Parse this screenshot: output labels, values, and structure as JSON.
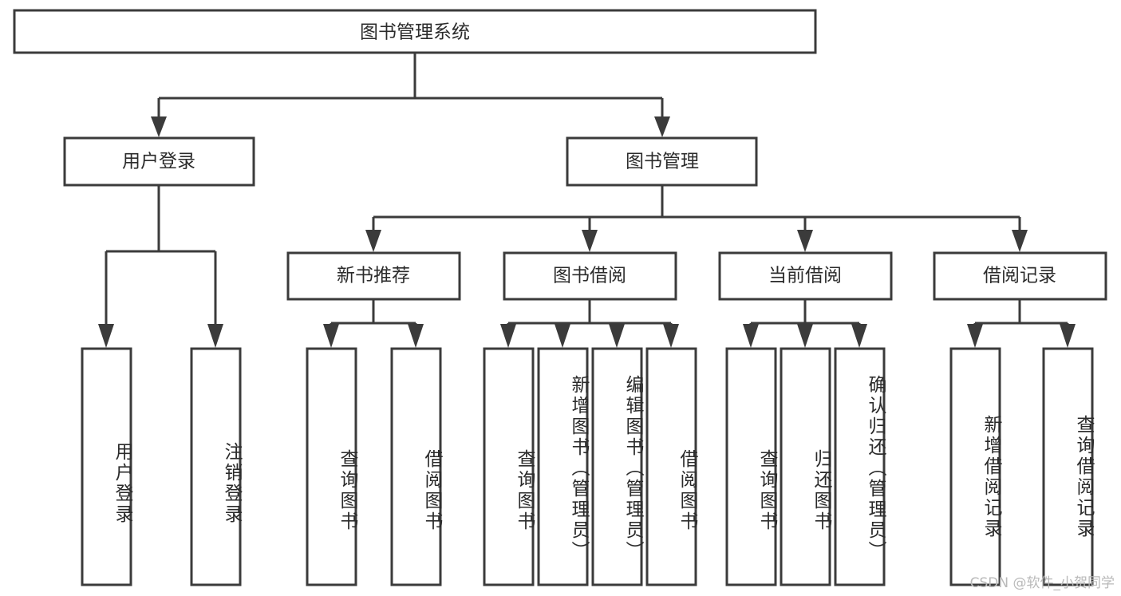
{
  "diagram": {
    "title": "图书管理系统",
    "watermark": "CSDN @软件_小贺同学",
    "colors": {
      "stroke": "#3b3b3b",
      "text": "#2b2b2b",
      "box_fill": "#ffffff",
      "background": "#ffffff",
      "watermark": "#b9b9b9"
    },
    "root": {
      "label": "图书管理系统"
    },
    "level2": [
      {
        "label": "用户登录"
      },
      {
        "label": "图书管理"
      }
    ],
    "level3": [
      {
        "label": "新书推荐"
      },
      {
        "label": "图书借阅"
      },
      {
        "label": "当前借阅"
      },
      {
        "label": "借阅记录"
      }
    ],
    "leaves": {
      "user_login": [
        {
          "label": "用户登录"
        },
        {
          "label": "注销登录"
        }
      ],
      "new_book_recommend": [
        {
          "label": "查询图书"
        },
        {
          "label": "借阅图书"
        }
      ],
      "book_borrow": [
        {
          "label": "查询图书"
        },
        {
          "label": "新增图书（管理员）"
        },
        {
          "label": "编辑图书（管理员）"
        },
        {
          "label": "借阅图书"
        }
      ],
      "current_borrow": [
        {
          "label": "查询图书"
        },
        {
          "label": "归还图书"
        },
        {
          "label": "确认归还（管理员）"
        }
      ],
      "borrow_record": [
        {
          "label": "新增借阅记录"
        },
        {
          "label": "查询借阅记录"
        }
      ]
    }
  }
}
